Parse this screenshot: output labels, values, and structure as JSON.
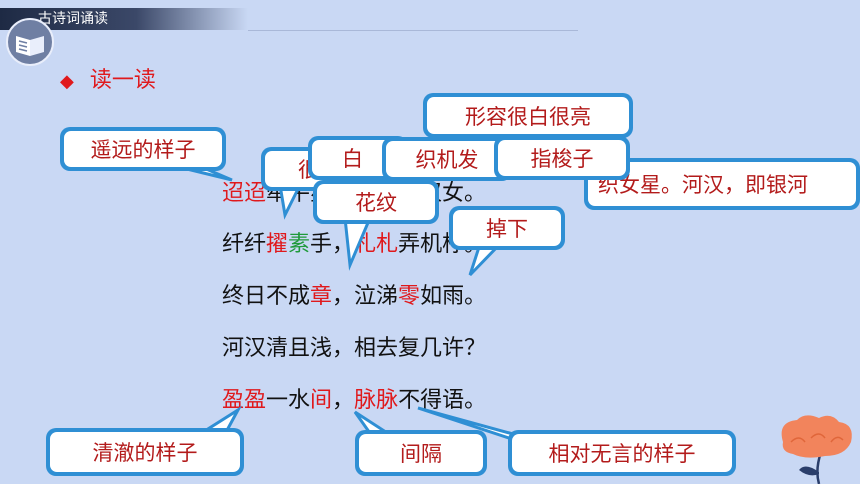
{
  "header": {
    "title": "古诗词诵读"
  },
  "section": {
    "diamond": "◆",
    "title": "读一读"
  },
  "poem": {
    "line1": {
      "a": "迢迢",
      "b": "牵牛星",
      "c": "，皎皎河汉女。"
    },
    "line2": {
      "a": "纤纤",
      "b": "擢",
      "c": "素",
      "d": "手，",
      "e": "札札",
      "f": "弄机杼。"
    },
    "line3": {
      "a": "终日不成",
      "b": "章",
      "c": "，泣涕",
      "d": "零",
      "e": "如雨。"
    },
    "line4": {
      "text": "河汉清且浅，相去复几许？"
    },
    "line5": {
      "a": "盈盈",
      "b": "一水",
      "c": "间",
      "d": "，",
      "e": "脉脉",
      "f": "不得语。"
    }
  },
  "callouts": {
    "yaoyuan": "遥远的样子",
    "xingrong": "形容很白很亮",
    "bai": "白",
    "partial": "很",
    "zhiji": "织机发",
    "zhisuo": "指梭子",
    "zhinv": "织女星。河汉，即银河",
    "huawen": "花纹",
    "diaoxia": "掉下",
    "qingche": "清澈的样子",
    "jiange": "间隔",
    "xiangdui": "相对无言的样子"
  },
  "colors": {
    "background": "#c9d8f4",
    "accent_red": "#e0191c",
    "bubble_blue": "#2f8fd4",
    "green": "#1f9a3a"
  }
}
